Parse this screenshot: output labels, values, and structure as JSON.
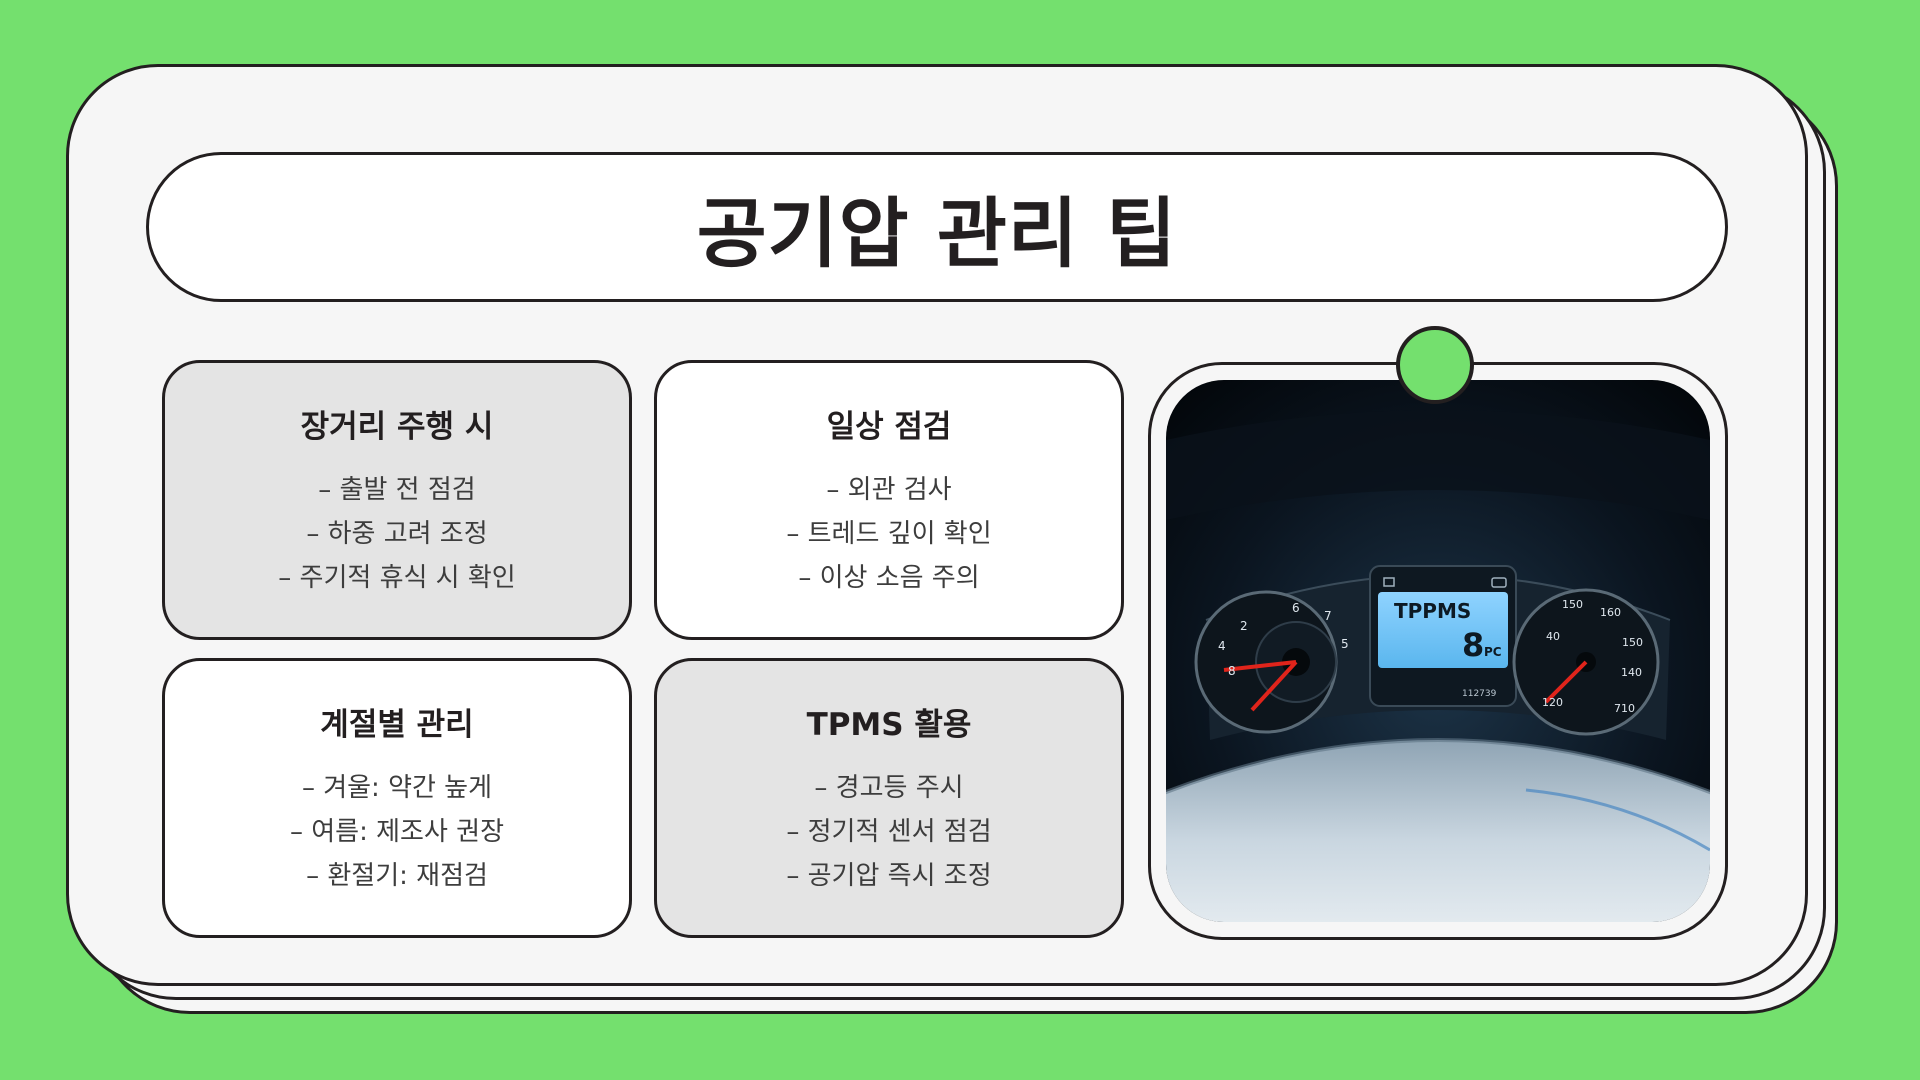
{
  "colors": {
    "background": "#74e06e",
    "outline": "#231f20",
    "gray_card": "#e4e4e4",
    "sheet": "#f6f6f6"
  },
  "title": "공기압 관리 팁",
  "cards": [
    {
      "title": "장거리 주행 시",
      "items": [
        "– 출발 전 점검",
        "– 하중 고려 조정",
        "– 주기적 휴식 시 확인"
      ]
    },
    {
      "title": "일상 점검",
      "items": [
        "– 외관 검사",
        "– 트레드 깊이 확인",
        "– 이상 소음 주의"
      ]
    },
    {
      "title": "계절별 관리",
      "items": [
        "– 겨울: 약간 높게",
        "– 여름: 제조사 권장",
        "– 환절기: 재점검"
      ]
    },
    {
      "title": "TPMS 활용",
      "items": [
        "– 경고등 주시",
        "– 정기적 센서 점검",
        "– 공기압 즉시 조정"
      ]
    }
  ],
  "dashboard": {
    "display_title": "TPPMS",
    "display_value": "8",
    "display_suffix": "PC",
    "odometer": "112739",
    "left_gauge_ticks": [
      "2",
      "4",
      "5",
      "6",
      "7",
      "8"
    ],
    "right_gauge_ticks": [
      "40",
      "120",
      "140",
      "150",
      "150",
      "160",
      "710"
    ]
  }
}
